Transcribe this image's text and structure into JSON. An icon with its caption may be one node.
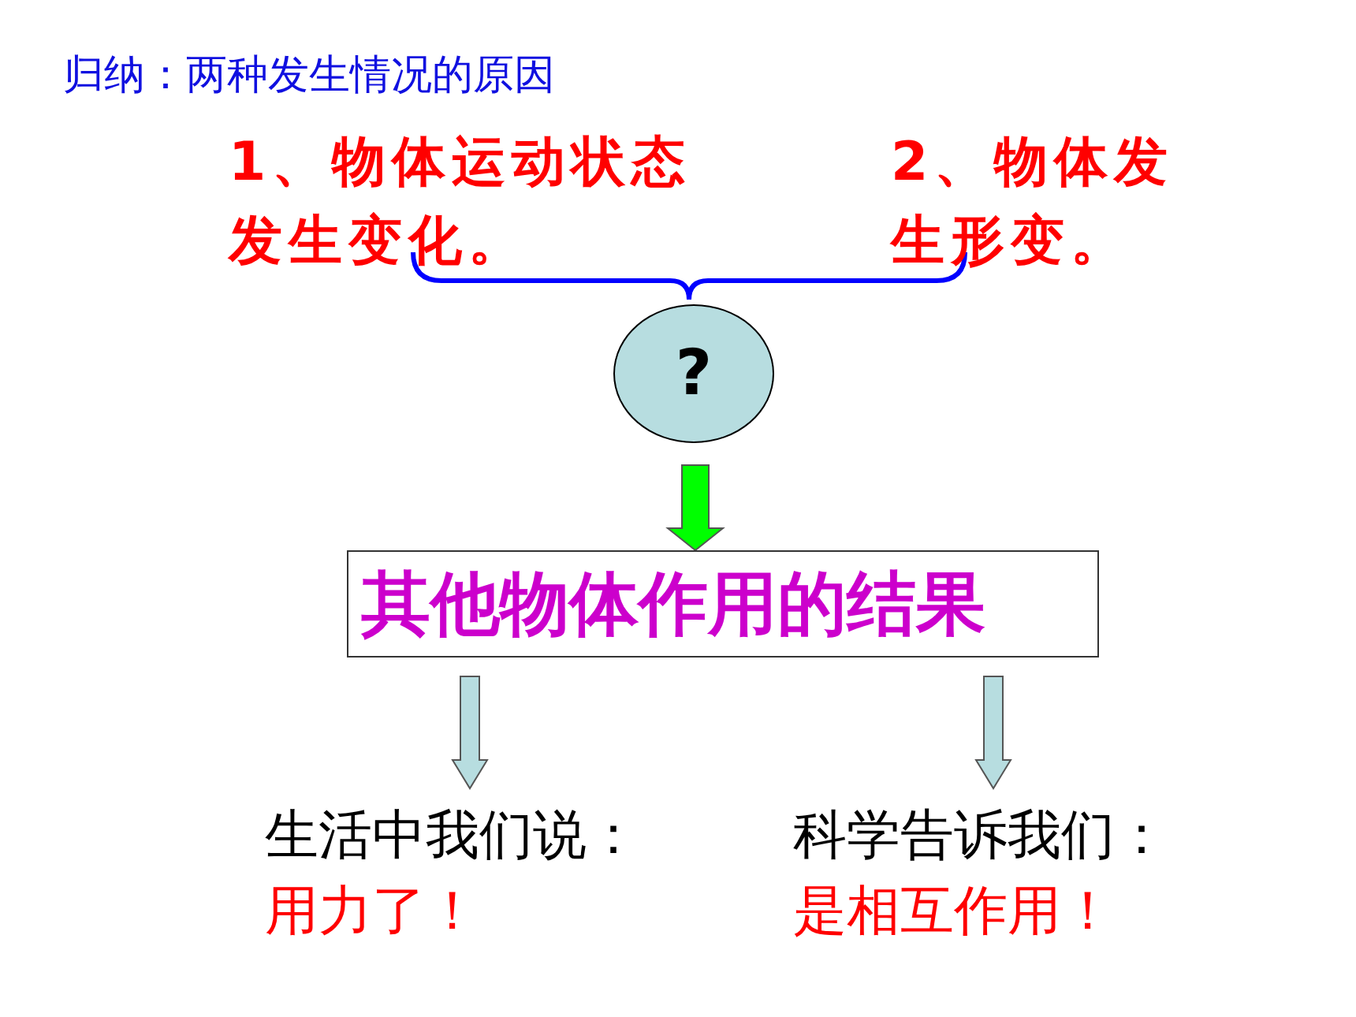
{
  "diagram": {
    "title": "归纳：两种发生情况的原因",
    "nodes": [
      {
        "text": [
          "1、物体运动状态发生变化。"
        ]
      },
      {
        "text": [
          "2、物体发生形变。"
        ]
      },
      {
        "text": [
          "?"
        ]
      },
      {
        "text": [
          "其他物体作用的结果"
        ]
      },
      {
        "text": [
          "生活中我们说：",
          "用力了！"
        ]
      },
      {
        "text": [
          "科学告诉我们：",
          "是相互作用！"
        ]
      }
    ],
    "edges": [
      {
        "from": 2,
        "to": 3,
        "arrow": "to",
        "color": "#00ff00"
      },
      {
        "from": 3,
        "to": 4,
        "arrow": "to"
      },
      {
        "from": 3,
        "to": 5,
        "arrow": "to"
      }
    ]
  }
}
